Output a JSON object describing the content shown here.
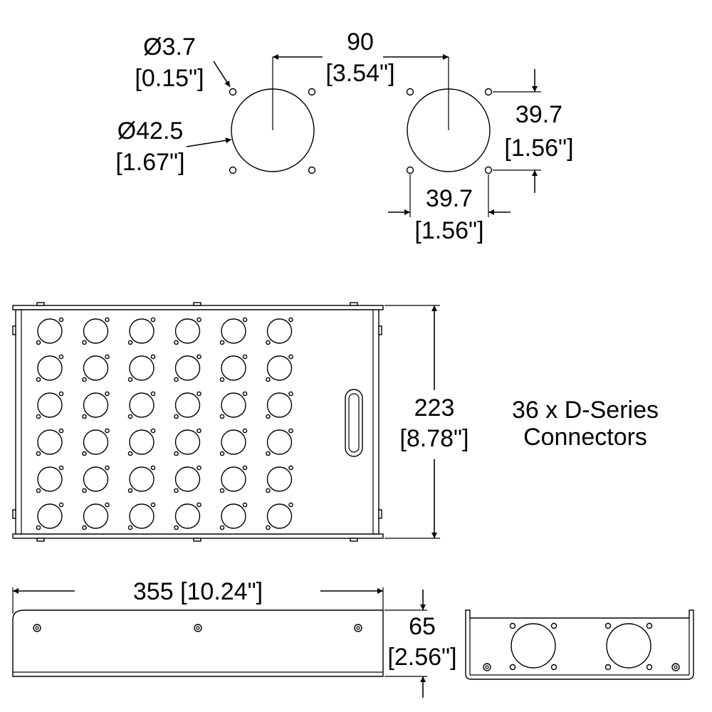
{
  "detail": {
    "small_hole_dia": "Ø3.7",
    "small_hole_dia_in": "[0.15\"]",
    "large_hole_dia": "Ø42.5",
    "large_hole_dia_in": "[1.67\"]",
    "center_spacing": "90",
    "center_spacing_in": "[3.54\"]",
    "vertical_spacing": "39.7",
    "vertical_spacing_in": "[1.56\"]",
    "horizontal_spacing": "39.7",
    "horizontal_spacing_in": "[1.56\"]"
  },
  "front_view": {
    "height": "223",
    "height_in": "[8.78\"]",
    "connector_rows": 6,
    "connector_cols": 6
  },
  "note": {
    "line1": "36 x D-Series",
    "line2": "Connectors"
  },
  "bottom_view": {
    "width": "355 [10.24\"]",
    "depth": "65",
    "depth_in": "[2.56\"]"
  }
}
